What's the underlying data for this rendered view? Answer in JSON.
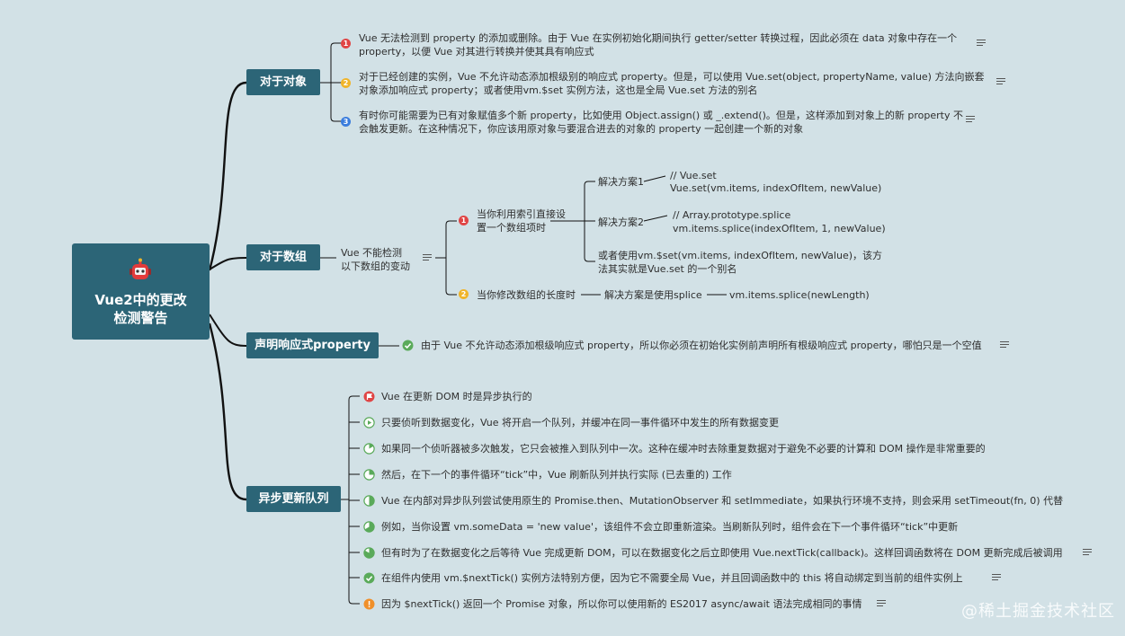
{
  "root": {
    "title_line1": "Vue2中的更改",
    "title_line2": "检测警告",
    "icon": "robot-icon"
  },
  "branches": {
    "object": "对于对象",
    "array": "对于数组",
    "declare": "声明响应式property",
    "async": "异步更新队列"
  },
  "object_items": [
    {
      "badge": "1",
      "line1": "Vue 无法检测到 property 的添加或删除。由于 Vue 在实例初始化期间执行 getter/setter 转换过程，因此必须在 data 对象中存在一个",
      "line2": "property，以便 Vue 对其进行转换并使其具有响应式"
    },
    {
      "badge": "2",
      "line1": "对于已经创建的实例，Vue 不允许动态添加根级别的响应式 property。但是，可以使用 Vue.set(object, propertyName, value) 方法向嵌套",
      "line2": "对象添加响应式 property；或者使用vm.$set 实例方法，这也是全局 Vue.set 方法的别名"
    },
    {
      "badge": "3",
      "line1": "有时你可能需要为已有对象赋值多个新 property，比如使用 Object.assign() 或 _.extend()。但是，这样添加到对象上的新 property 不",
      "line2": "会触发更新。在这种情况下，你应该用原对象与要混合进去的对象的 property 一起创建一个新的对象"
    }
  ],
  "array": {
    "intro_line1": "Vue 不能检测",
    "intro_line2": "以下数组的变动",
    "case1": {
      "badge": "1",
      "line1": "当你利用索引直接设",
      "line2": "置一个数组项时",
      "sol1_label": "解决方案1",
      "sol1_line1": "// Vue.set",
      "sol1_line2": "Vue.set(vm.items, indexOfItem, newValue)",
      "sol2_label": "解决方案2",
      "sol2_line1": "// Array.prototype.splice",
      "sol2_line2": "vm.items.splice(indexOfItem, 1, newValue)",
      "sol3_line1": "或者使用vm.$set(vm.items, indexOfItem, newValue)，该方",
      "sol3_line2": "法其实就是Vue.set 的一个别名"
    },
    "case2": {
      "badge": "2",
      "label": "当你修改数组的长度时",
      "solution": "解决方案是使用splice",
      "code": "vm.items.splice(newLength)"
    }
  },
  "declare_text": "由于 Vue 不允许动态添加根级响应式 property，所以你必须在初始化实例前声明所有根级响应式 property，哪怕只是一个空值",
  "async_items": [
    {
      "icon": "flag-icon",
      "color": "#e04545",
      "text": "Vue 在更新 DOM 时是异步执行的"
    },
    {
      "icon": "play-icon",
      "color": "#5aaa5a",
      "text": "只要侦听到数据变化，Vue 将开启一个队列，并缓冲在同一事件循环中发生的所有数据变更"
    },
    {
      "icon": "progress-1-icon",
      "color": "#5aaa5a",
      "text": "如果同一个侦听器被多次触发，它只会被推入到队列中一次。这种在缓冲时去除重复数据对于避免不必要的计算和 DOM 操作是非常重要的"
    },
    {
      "icon": "progress-2-icon",
      "color": "#5aaa5a",
      "text": "然后，在下一个的事件循环“tick”中，Vue 刷新队列并执行实际 (已去重的) 工作"
    },
    {
      "icon": "progress-3-icon",
      "color": "#5aaa5a",
      "text": "Vue 在内部对异步队列尝试使用原生的 Promise.then、MutationObserver 和 setImmediate，如果执行环境不支持，则会采用 setTimeout(fn, 0) 代替"
    },
    {
      "icon": "progress-4-icon",
      "color": "#5aaa5a",
      "text": "例如，当你设置 vm.someData = 'new value'，该组件不会立即重新渲染。当刷新队列时，组件会在下一个事件循环“tick”中更新"
    },
    {
      "icon": "progress-5-icon",
      "color": "#5aaa5a",
      "text": "但有时为了在数据变化之后等待 Vue 完成更新 DOM，可以在数据变化之后立即使用 Vue.nextTick(callback)。这样回调函数将在 DOM 更新完成后被调用"
    },
    {
      "icon": "check-icon",
      "color": "#5aaa5a",
      "text": "在组件内使用 vm.$nextTick() 实例方法特别方便，因为它不需要全局 Vue，并且回调函数中的 this 将自动绑定到当前的组件实例上"
    },
    {
      "icon": "warning-icon",
      "color": "#f0902a",
      "text": "因为 $nextTick() 返回一个 Promise 对象，所以你可以使用新的 ES2017 async/await 语法完成相同的事情"
    }
  ],
  "watermark": "@稀土掘金技术社区",
  "colors": {
    "node": "#2c6577",
    "background": "#d2e1e6",
    "line": "#111111",
    "badge_red": "#e04545",
    "badge_yellow": "#f0b429",
    "badge_blue": "#3b7ddd",
    "badge_green": "#5aaa5a"
  }
}
